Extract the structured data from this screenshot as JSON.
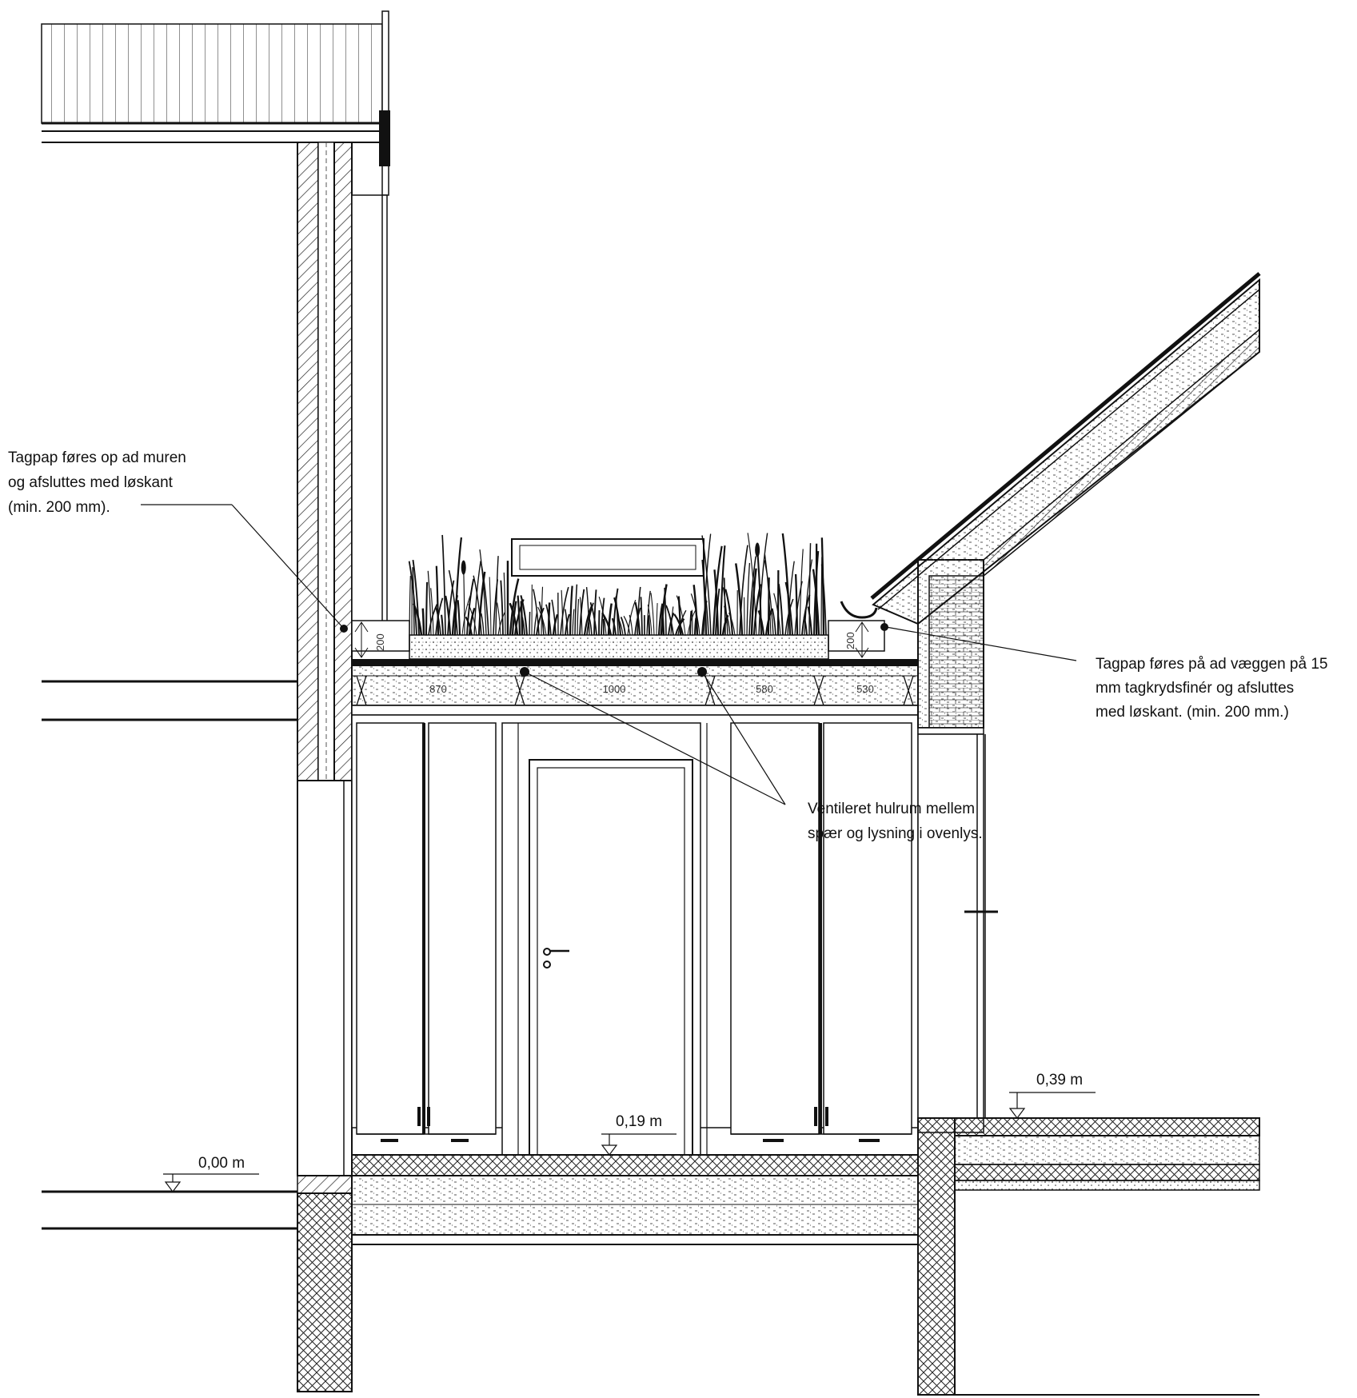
{
  "annotations": {
    "wall_flashing_left": [
      "Tagpap føres op ad muren",
      "og afsluttes med løskant",
      "(min. 200 mm)."
    ],
    "wall_flashing_right": [
      "Tagpap føres på ad væggen på 15",
      "mm tagkrydsfinér og afsluttes",
      "med løskant. (min. 200 mm.)"
    ],
    "ventilated_cavity": [
      "Ventileret hulrum mellem",
      "spær og lysning i ovenlys."
    ]
  },
  "dimensions": {
    "upstand_left": "200",
    "upstand_right": "200",
    "rafter_spacings": [
      "870",
      "1000",
      "580",
      "530"
    ]
  },
  "levels": {
    "ground": "0,00 m",
    "floor": "0,19 m",
    "terrace": "0,39 m"
  }
}
